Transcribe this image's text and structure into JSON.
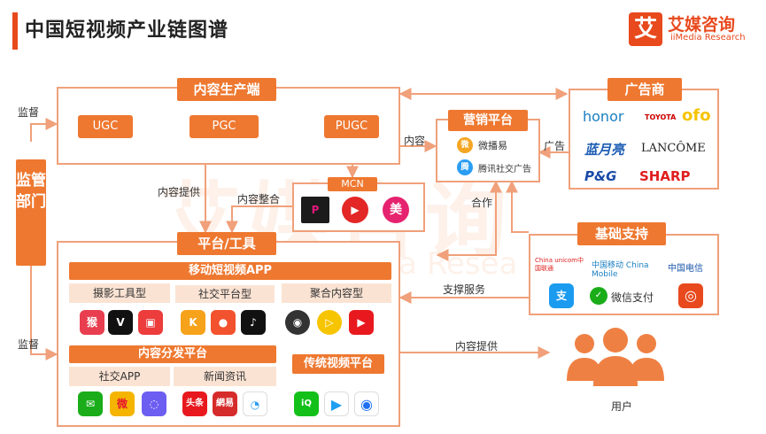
{
  "header": {
    "title": "中国短视频产业链图谱"
  },
  "logo": {
    "glyph": "艾",
    "name": "艾媒咨询",
    "en": "iiMedia Research"
  },
  "watermark": {
    "cn": "艾媒咨询",
    "en": "iiMedia Resea"
  },
  "regulator": {
    "label": "监管部门",
    "top_edge": "监督",
    "bottom_edge": "监督"
  },
  "content_producer": {
    "title": "内容生产端",
    "nodes": [
      "UGC",
      "PGC",
      "PUGC"
    ]
  },
  "mcn": {
    "title": "MCN",
    "edge_label": "内容整合"
  },
  "marketing": {
    "title": "营销平台",
    "items": [
      "微播易",
      "腾讯社交广告"
    ],
    "edge_content": "内容",
    "edge_ad": "广告",
    "edge_cooperation": "合作"
  },
  "advertisers": {
    "title": "广告商",
    "brands": [
      "honor",
      "TOYOTA",
      "ofo",
      "蓝月亮",
      "LANCÔME",
      "P&G",
      "SHARP"
    ]
  },
  "infra": {
    "title": "基础支持",
    "items": [
      "China unicom中国联通",
      "中国移动 China Mobile",
      "中国电信",
      "支付宝",
      "微信支付",
      "支付"
    ],
    "edge_label": "支撑服务"
  },
  "platform": {
    "title": "平台/工具",
    "edge_from_producer": "内容提供",
    "app_section": "移动短视频APP",
    "groups": [
      "摄影工具型",
      "社交平台型",
      "聚合内容型"
    ],
    "distribution": "内容分发平台",
    "social_app": "社交APP",
    "news": "新闻资讯",
    "traditional": "传统视频平台"
  },
  "users": {
    "label": "用户",
    "edge_label": "内容提供"
  },
  "colors": {
    "accent": "#ee7830",
    "frame": "#f0a07a",
    "pink": "#fbe3d3"
  }
}
